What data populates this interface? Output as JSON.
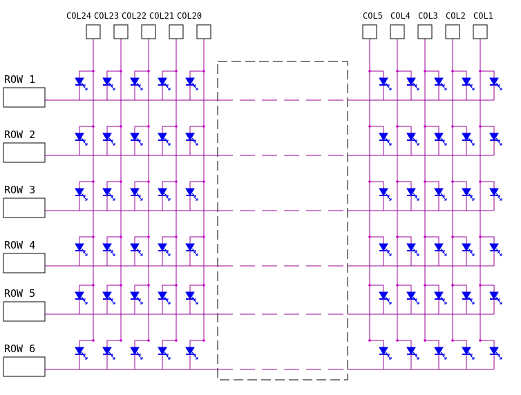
{
  "colors": {
    "wire": "#990099",
    "junction": "#cc00cc",
    "led": "#0000ee",
    "box": "#000000",
    "background": "#ffffff"
  },
  "columns_left": [
    {
      "label": "COL24"
    },
    {
      "label": "COL23"
    },
    {
      "label": "COL22"
    },
    {
      "label": "COL21"
    },
    {
      "label": "COL20"
    }
  ],
  "columns_right": [
    {
      "label": "COL5"
    },
    {
      "label": "COL4"
    },
    {
      "label": "COL3"
    },
    {
      "label": "COL2"
    },
    {
      "label": "COL1"
    }
  ],
  "rows": [
    {
      "label": "ROW 1"
    },
    {
      "label": "ROW 2"
    },
    {
      "label": "ROW 3"
    },
    {
      "label": "ROW 4"
    },
    {
      "label": "ROW 5"
    },
    {
      "label": "ROW 6"
    }
  ],
  "icons": {
    "led": "led-diode-icon",
    "column_terminal": "terminal-box-icon",
    "row_terminal": "terminal-box-icon",
    "omitted_region": "dashed-placeholder-box"
  }
}
